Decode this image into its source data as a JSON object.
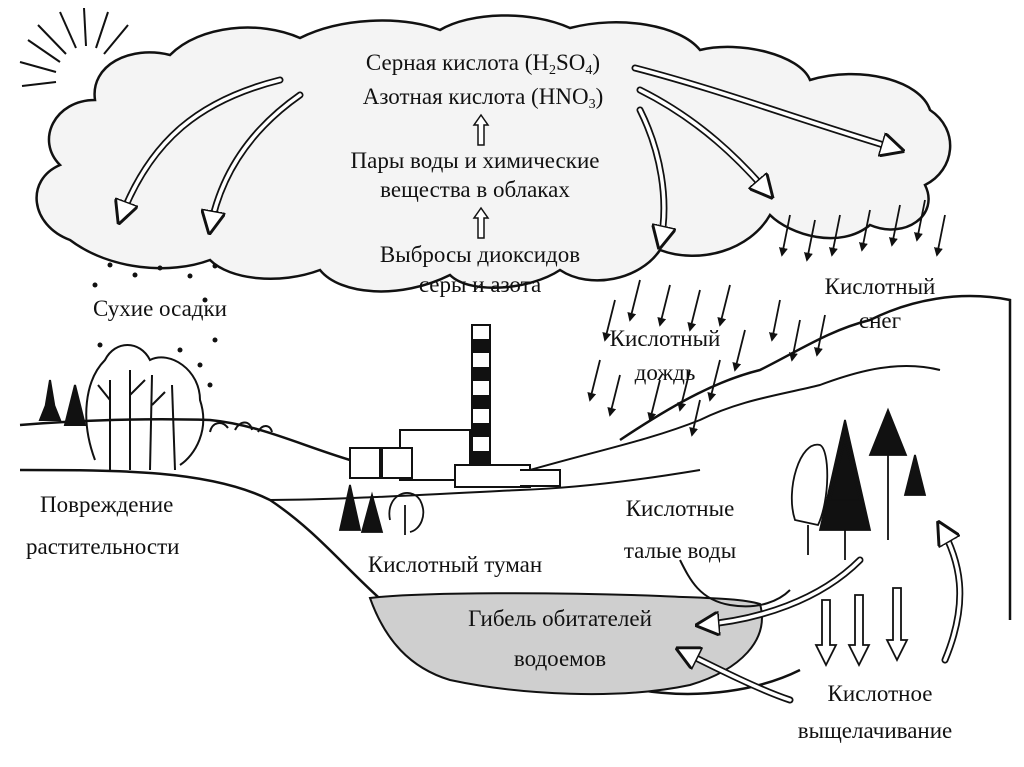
{
  "labels": {
    "sulfuric_acid_prefix": "Серная кислота (H",
    "sulfuric_acid_sub1": "2",
    "sulfuric_acid_mid": "SO",
    "sulfuric_acid_sub2": "4",
    "sulfuric_acid_suffix": ")",
    "nitric_acid_prefix": "Азотная кислота (HNO",
    "nitric_acid_sub": "3",
    "nitric_acid_suffix": ")",
    "vapors_line1": "Пары воды и химические",
    "vapors_line2": "вещества в облаках",
    "emissions_line1": "Выбросы диоксидов",
    "emissions_line2": "серы и азота",
    "dry_deposition": "Сухие осадки",
    "acid_rain_line1": "Кислотный",
    "acid_rain_line2": "дождь",
    "acid_snow_line1": "Кислотный",
    "acid_snow_line2": "снег",
    "vegetation_damage_line1": "Повреждение",
    "vegetation_damage_line2": "растительности",
    "acid_fog": "Кислотный туман",
    "meltwater_line1": "Кислотные",
    "meltwater_line2": "талые воды",
    "aquatic_death_line1": "Гибель обитателей",
    "aquatic_death_line2": "водоемов",
    "leaching_line1": "Кислотное",
    "leaching_line2": "выщелачивание"
  },
  "colors": {
    "ink": "#111111",
    "cloud_fill": "#f4f4f4",
    "water_fill": "#cfcfcf",
    "background": "#ffffff"
  }
}
